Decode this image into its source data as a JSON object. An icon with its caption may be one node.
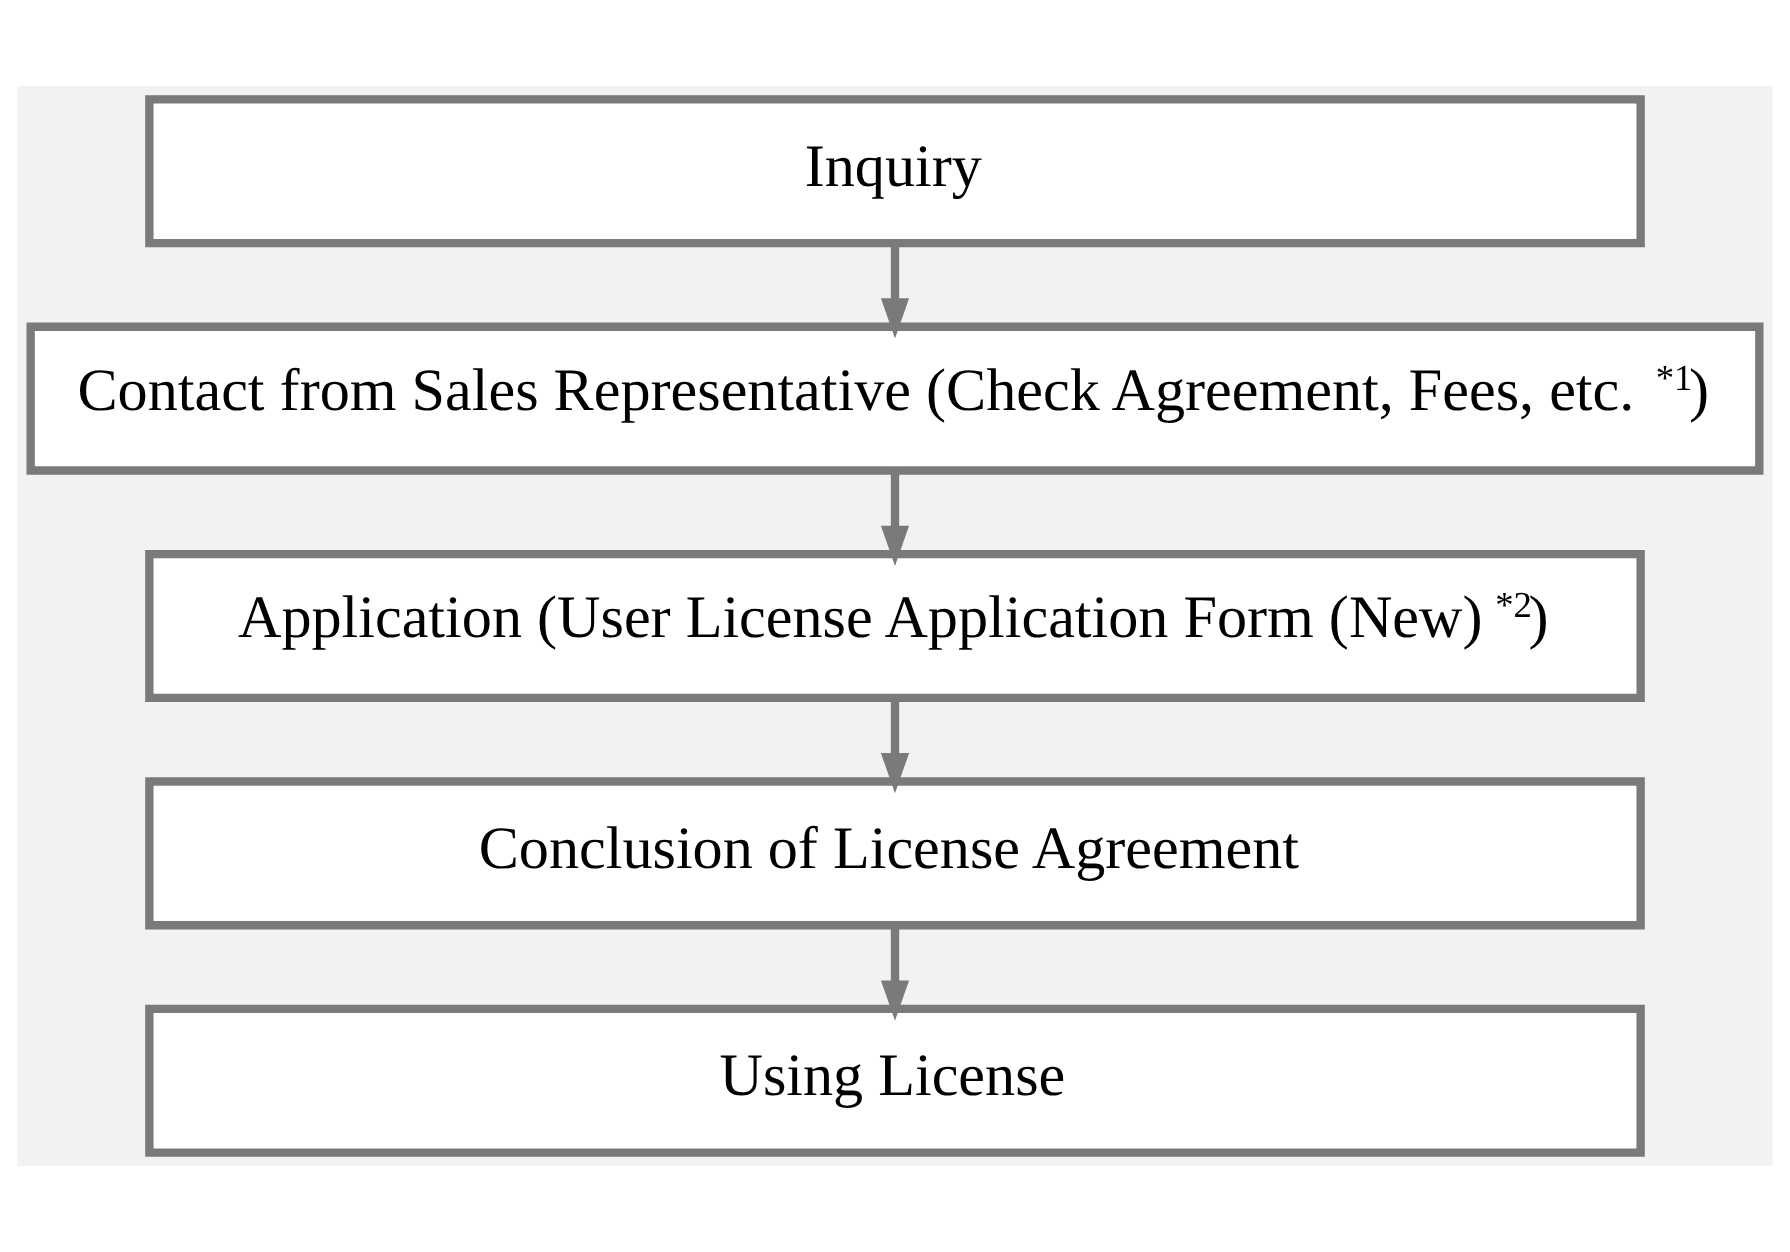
{
  "diagram": {
    "nodes": [
      {
        "text": [
          "Inquiry"
        ]
      },
      {
        "text": [
          "Contact from Sales Representative (Check Agreement, Fees, etc.$^{*1}$)"
        ]
      },
      {
        "text": [
          "Application (User License Application Form (New)$^{*2}$)"
        ]
      },
      {
        "text": [
          "Conclusion of License Agreement"
        ]
      },
      {
        "text": [
          "Using License"
        ]
      }
    ],
    "edges": [
      {
        "from": 0,
        "to": 1,
        "arrow": "to"
      },
      {
        "from": 1,
        "to": 2,
        "arrow": "to"
      },
      {
        "from": 2,
        "to": 3,
        "arrow": "to"
      },
      {
        "from": 3,
        "to": 4,
        "arrow": "to"
      }
    ]
  }
}
